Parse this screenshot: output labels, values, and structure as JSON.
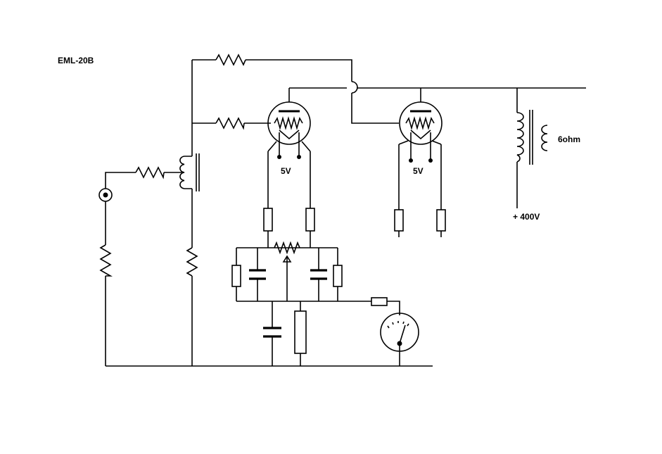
{
  "title": "EML-20B",
  "labels": {
    "filament_left": "5V",
    "filament_right": "5V",
    "speaker_impedance": "6ohm",
    "b_plus": "+ 400V"
  }
}
